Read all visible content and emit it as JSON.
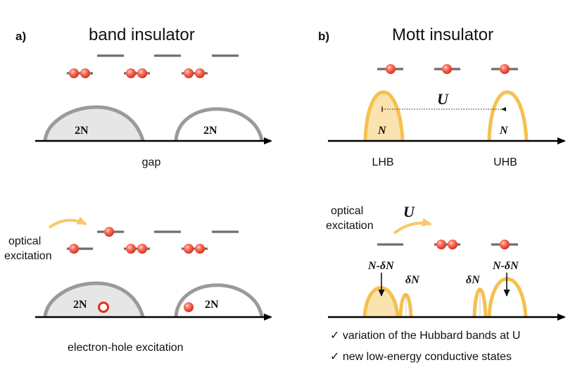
{
  "panel_a": {
    "label": "a)",
    "title": "band insulator",
    "band_label_left": "2N",
    "band_label_right": "2N",
    "gap_label": "gap",
    "excitation_label_line1": "optical",
    "excitation_label_line2": "excitation",
    "band_label_left_lower": "2N",
    "band_label_right_lower": "2N",
    "bottom_caption": "electron-hole excitation"
  },
  "panel_b": {
    "label": "b)",
    "title": "Mott insulator",
    "interaction_label": "U",
    "band_label_left": "N",
    "band_label_right": "N",
    "lhb_label": "LHB",
    "uhb_label": "UHB",
    "excitation_label_line1": "optical",
    "excitation_label_line2": "excitation",
    "excitation_U": "U",
    "lower_label_1": "N-δN",
    "lower_label_2": "δN",
    "lower_label_3": "δN",
    "lower_label_4": "N-δN",
    "check_1": "✓ variation of the Hubbard bands at U",
    "check_2": "✓ new low-energy conductive states"
  },
  "colors": {
    "electron": "#f04a3c",
    "band_gray": "#9a9a9a",
    "band_fill_gray": "#e6e6e6",
    "hubbard_band": "#f5c14e",
    "hubbard_fill": "#fbe3b0",
    "arrow_orange": "#f7c86a",
    "level_line": "#6d6d6d"
  }
}
